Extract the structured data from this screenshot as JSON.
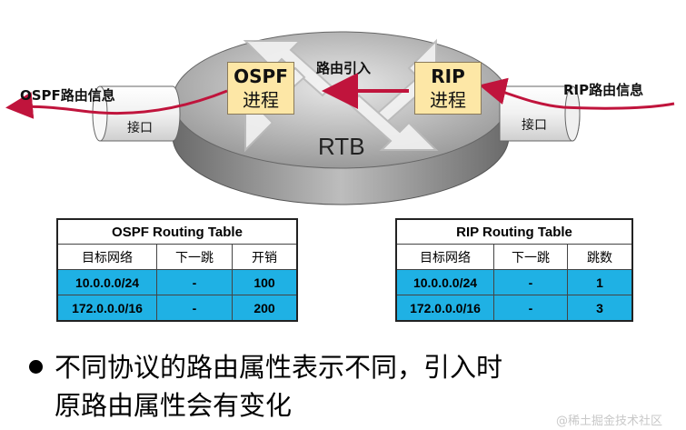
{
  "router": {
    "name": "RTB",
    "import_label": "路由引入",
    "ospf_process": {
      "line1": "OSPF",
      "line2": "进程"
    },
    "rip_process": {
      "line1": "RIP",
      "line2": "进程"
    }
  },
  "left_interface": {
    "label": "接口",
    "flow_label": "OSPF路由信息"
  },
  "right_interface": {
    "label": "接口",
    "flow_label": "RIP路由信息"
  },
  "ospf_table": {
    "title": "OSPF Routing Table",
    "headers": [
      "目标网络",
      "下一跳",
      "开销"
    ],
    "rows": [
      [
        "10.0.0.0/24",
        "-",
        "100"
      ],
      [
        "172.0.0.0/16",
        "-",
        "200"
      ]
    ]
  },
  "rip_table": {
    "title": "RIP Routing Table",
    "headers": [
      "目标网络",
      "下一跳",
      "跳数"
    ],
    "rows": [
      [
        "10.0.0.0/24",
        "-",
        "1"
      ],
      [
        "172.0.0.0/16",
        "-",
        "3"
      ]
    ]
  },
  "bullet": {
    "line1": "不同协议的路由属性表示不同，引入时",
    "line2": "原路由属性会有变化"
  },
  "watermark": "@稀土掘金技术社区",
  "colors": {
    "arrow": "#c0143c",
    "process_box": "#fde7a6",
    "table_row": "#1fb1e4"
  }
}
